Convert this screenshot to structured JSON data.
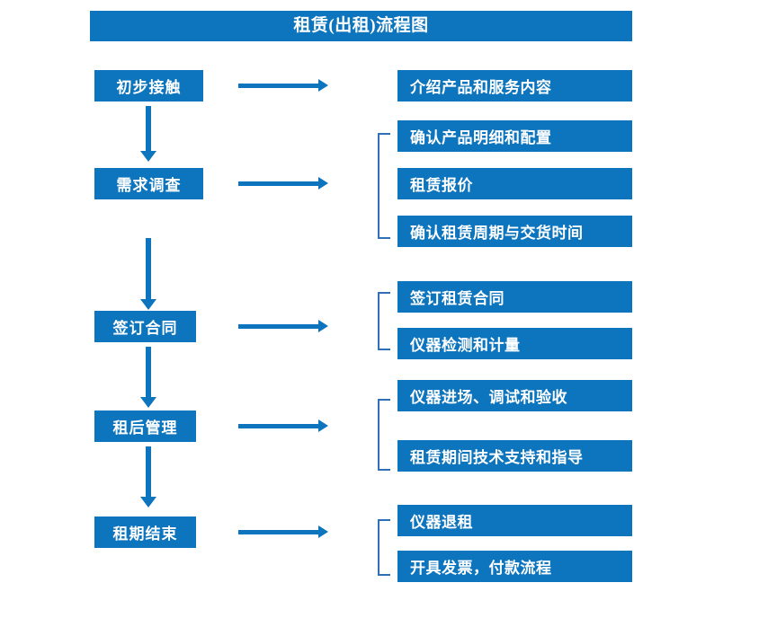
{
  "diagram": {
    "title": "租赁(出租)流程图",
    "colors": {
      "box_fill": "#0D74BE",
      "box_text": "#FFFFFF",
      "arrow": "#0D74BE",
      "bracket": "#2F6FB5",
      "background": "#FFFFFF"
    },
    "stages": [
      {
        "label": "初步接触"
      },
      {
        "label": "需求调查"
      },
      {
        "label": "签订合同"
      },
      {
        "label": "租后管理"
      },
      {
        "label": "租期结束"
      }
    ],
    "groups": [
      {
        "stage": "初步接触",
        "has_bracket": false,
        "items": [
          {
            "label": "介绍产品和服务内容"
          }
        ]
      },
      {
        "stage": "需求调查",
        "has_bracket": true,
        "items": [
          {
            "label": "确认产品明细和配置"
          },
          {
            "label": "租赁报价"
          },
          {
            "label": "确认租赁周期与交货时间"
          }
        ]
      },
      {
        "stage": "签订合同",
        "has_bracket": true,
        "items": [
          {
            "label": "签订租赁合同"
          },
          {
            "label": "仪器检测和计量"
          }
        ]
      },
      {
        "stage": "租后管理",
        "has_bracket": true,
        "items": [
          {
            "label": "仪器进场、调试和验收"
          },
          {
            "label": "租赁期间技术支持和指导"
          }
        ]
      },
      {
        "stage": "租期结束",
        "has_bracket": true,
        "items": [
          {
            "label": "仪器退租"
          },
          {
            "label": "开具发票，付款流程"
          }
        ]
      }
    ],
    "connectors": {
      "horizontal_arrow_name": "stage-to-detail-arrow",
      "vertical_arrow_name": "stage-to-stage-arrow",
      "count_horizontal": 5,
      "count_vertical": 4
    }
  }
}
